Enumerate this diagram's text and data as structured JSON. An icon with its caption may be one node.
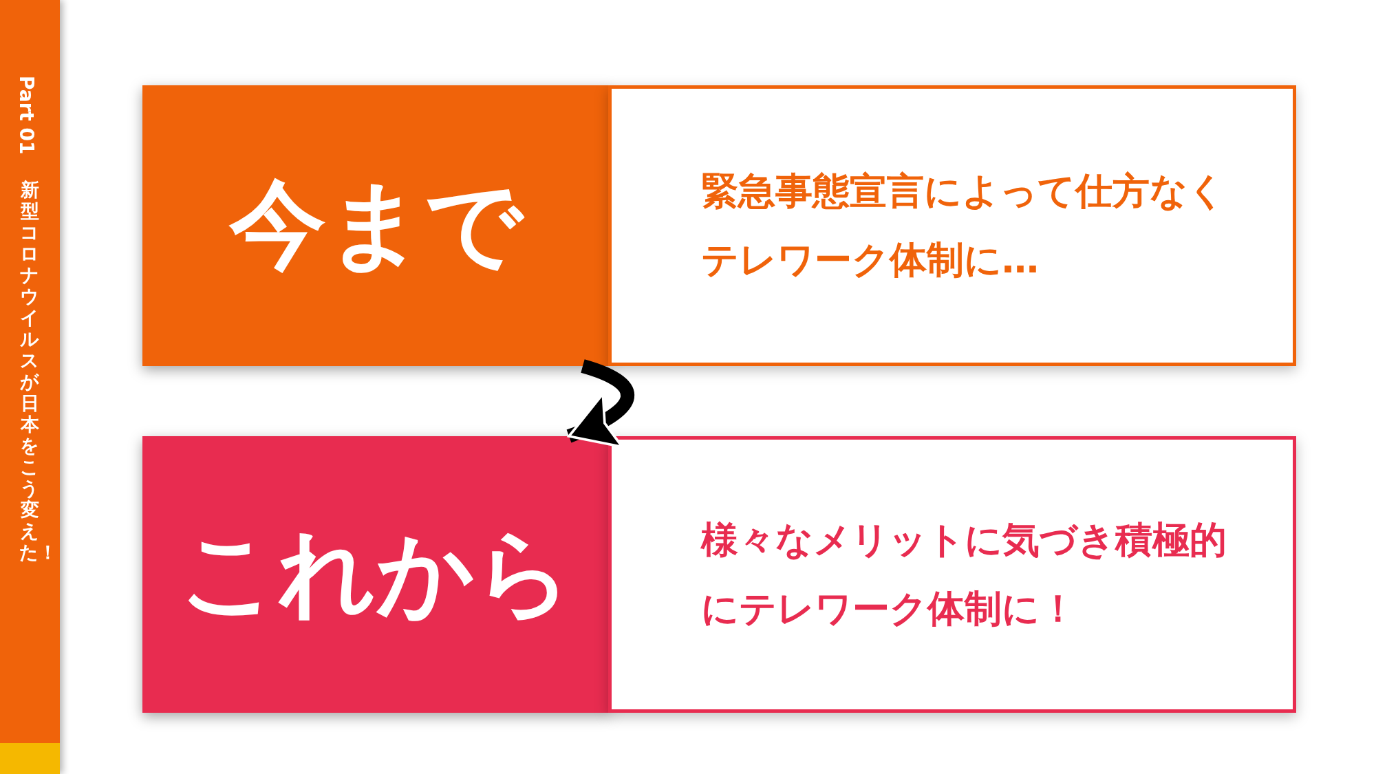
{
  "diagram": {
    "nodes": [
      {
        "text": [
          "Part 01",
          "新型コロナウイルスが日本をこう変えた！"
        ]
      },
      {
        "text": [
          "今まで"
        ]
      },
      {
        "text": [
          "緊急事態宣言によって仕方なくテレワーク体制に…"
        ]
      },
      {
        "text": [
          "これから"
        ]
      },
      {
        "text": [
          "様々なメリットに気づき積極的にテレワーク体制に！"
        ]
      }
    ],
    "edges": [
      {
        "from": 1,
        "to": 3,
        "arrow": "to"
      }
    ]
  }
}
